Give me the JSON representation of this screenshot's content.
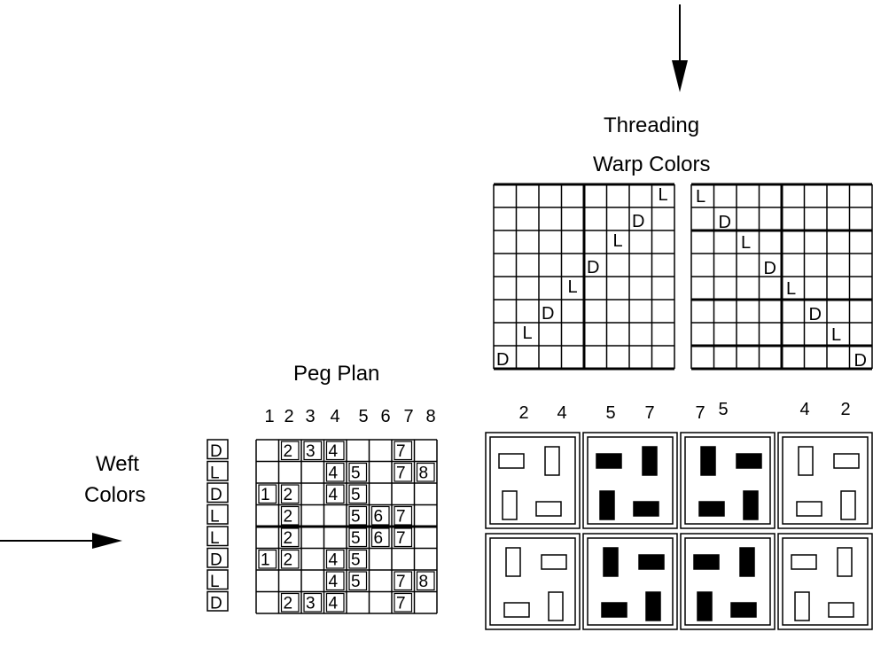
{
  "labels": {
    "threading": "Threading",
    "warp_colors": "Warp Colors",
    "peg_plan": "Peg Plan",
    "weft_line1": "Weft",
    "weft_line2": "Colors"
  },
  "peg_column_numbers": [
    "1",
    "2",
    "3",
    "4",
    "5",
    "6",
    "7",
    "8"
  ],
  "block_column_numbers": [
    "2",
    "4",
    "5",
    "7",
    "7",
    "5",
    "4",
    "2"
  ],
  "weft_colors": [
    "D",
    "L",
    "D",
    "L",
    "L",
    "D",
    "L",
    "D"
  ],
  "peg_plan_rows": [
    [
      "",
      "2",
      "3",
      "4",
      "",
      "",
      "7",
      ""
    ],
    [
      "",
      "",
      "",
      "4",
      "5",
      "",
      "7",
      "8"
    ],
    [
      "1",
      "2",
      "",
      "4",
      "5",
      "",
      "",
      ""
    ],
    [
      "",
      "2",
      "",
      "",
      "5",
      "6",
      "7",
      ""
    ],
    [
      "",
      "2",
      "",
      "",
      "5",
      "6",
      "7",
      ""
    ],
    [
      "1",
      "2",
      "",
      "4",
      "5",
      "",
      "",
      ""
    ],
    [
      "",
      "",
      "",
      "4",
      "5",
      "",
      "7",
      "8"
    ],
    [
      "",
      "2",
      "3",
      "4",
      "",
      "",
      "7",
      ""
    ]
  ],
  "threading_left": [
    {
      "col": 0,
      "letter": "D"
    },
    {
      "col": 1,
      "letter": "L"
    },
    {
      "col": 2,
      "letter": "D"
    },
    {
      "col": 3,
      "letter": "L"
    },
    {
      "col": 4,
      "letter": "D"
    },
    {
      "col": 5,
      "letter": "L"
    },
    {
      "col": 6,
      "letter": "D"
    },
    {
      "col": 7,
      "letter": "L"
    }
  ],
  "threading_right": [
    {
      "col": 0,
      "letter": "L"
    },
    {
      "col": 1,
      "letter": "D"
    },
    {
      "col": 2,
      "letter": "L"
    },
    {
      "col": 3,
      "letter": "D"
    },
    {
      "col": 4,
      "letter": "L"
    },
    {
      "col": 5,
      "letter": "D"
    },
    {
      "col": 6,
      "letter": "L"
    },
    {
      "col": 7,
      "letter": "D"
    }
  ],
  "blocks": [
    {
      "fill": "white",
      "mirror": false
    },
    {
      "fill": "black",
      "mirror": false
    },
    {
      "fill": "black",
      "mirror": true
    },
    {
      "fill": "white",
      "mirror": true
    },
    {
      "fill": "white",
      "mirror": true
    },
    {
      "fill": "black",
      "mirror": true
    },
    {
      "fill": "black",
      "mirror": false
    },
    {
      "fill": "white",
      "mirror": false
    }
  ],
  "colors": {
    "line": "#000000",
    "dark_fill": "#000000",
    "light_fill": "#ffffff"
  }
}
